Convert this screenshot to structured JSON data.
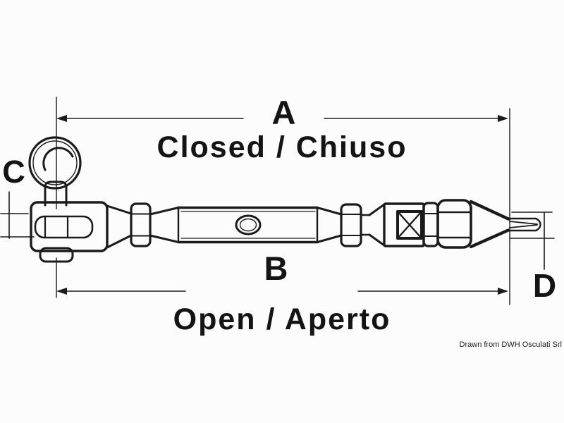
{
  "page": {
    "background": "#fcfcfc",
    "ink_color": "#1b1b1b"
  },
  "diagram": {
    "subject": "Turnbuckle with fork toggle end and threaded stud terminal",
    "labels": {
      "dim_a": "A",
      "dim_b": "B",
      "dim_c": "C",
      "dim_d": "D"
    },
    "captions": {
      "closed": "Closed / Chiuso",
      "open": "Open / Aperto"
    },
    "credit": "Drawn from DWH Osculati Srl"
  }
}
